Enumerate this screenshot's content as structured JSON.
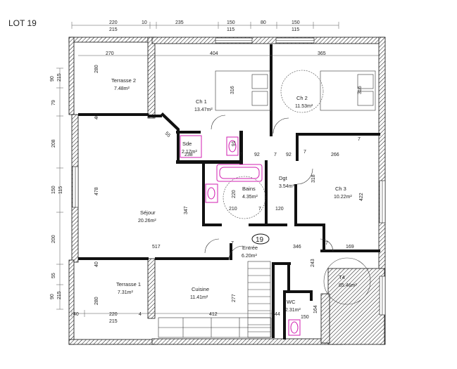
{
  "lot_title": "LOT 19",
  "lot_badge": "19",
  "rooms": [
    {
      "id": "terrasse2",
      "name": "Terrasse 2",
      "area": "7.48m²"
    },
    {
      "id": "ch1",
      "name": "Ch 1",
      "area": "13.47m²"
    },
    {
      "id": "ch2",
      "name": "Ch 2",
      "area": "11.53m²"
    },
    {
      "id": "sde",
      "name": "Sde",
      "area": "2.17m²"
    },
    {
      "id": "bains",
      "name": "Bains",
      "area": "4.35m²"
    },
    {
      "id": "dgt",
      "name": "Dgt",
      "area": "3.54m²"
    },
    {
      "id": "ch3",
      "name": "Ch 3",
      "area": "10.22m²"
    },
    {
      "id": "sejour",
      "name": "Séjour",
      "area": "20.26m²"
    },
    {
      "id": "entree",
      "name": "Entrée",
      "area": "6.20m²"
    },
    {
      "id": "t4",
      "name": "T4",
      "area": "85.46m²"
    },
    {
      "id": "terrasse1",
      "name": "Terrasse 1",
      "area": "7.31m²"
    },
    {
      "id": "cuisine",
      "name": "Cuisine",
      "area": "11.41m²"
    },
    {
      "id": "wc",
      "name": "WC",
      "area": "2.31m²"
    }
  ],
  "dims": {
    "top_220": "220",
    "top_215": "215",
    "top_10": "10",
    "top_235": "235",
    "top_150a": "150",
    "top_115a": "115",
    "top_80": "80",
    "top_150b": "150",
    "top_115b": "115",
    "in_270": "270",
    "in_404": "404",
    "in_365": "365",
    "left_90": "90",
    "left_215a": "215",
    "left_79": "79",
    "left_208": "208",
    "left_150": "150",
    "left_115": "115",
    "left_200": "200",
    "left_55": "55",
    "left_90b": "90",
    "left_215b": "215",
    "t2_280": "280",
    "t2_40": "40",
    "d_55": "55",
    "ch1_316": "316",
    "ch2_316": "316",
    "sde_91": "91",
    "sde_238": "238",
    "sde_7": "7",
    "d_92a": "92",
    "d_92b": "92",
    "d_7a": "7",
    "d_7b": "7",
    "d_266": "266",
    "d_7c": "7",
    "d_478": "478",
    "d_318": "318",
    "d_422": "422",
    "b_220": "220",
    "b_210": "210",
    "b_120": "120",
    "b_7": "7",
    "d_347": "347",
    "d_517": "517",
    "d_346": "346",
    "d_169": "169",
    "d_7e": "7",
    "d_7f": "7",
    "d_243": "243",
    "t1_280": "280",
    "t1_40": "40",
    "d_4": "4",
    "d_277": "277",
    "wc_44": "44",
    "wc_150": "150",
    "wc_164": "164",
    "bot_40": "40",
    "bot_220": "220",
    "bot_215": "215",
    "bot_412": "412"
  }
}
